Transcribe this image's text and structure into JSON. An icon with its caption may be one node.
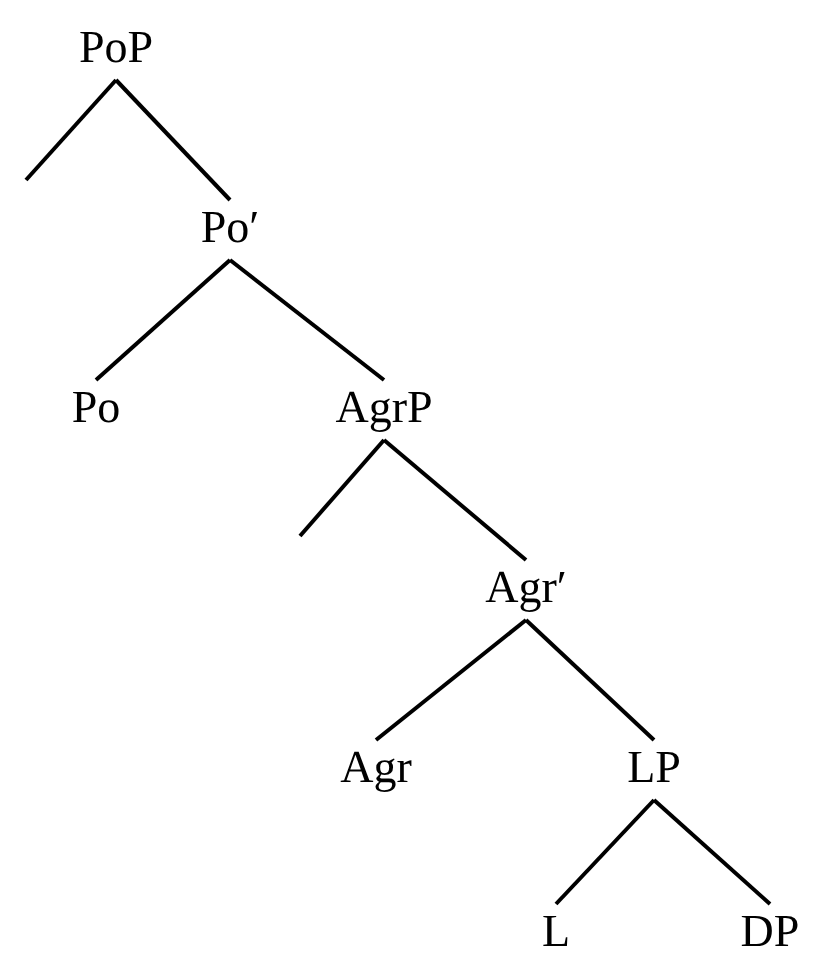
{
  "diagram": {
    "nodes": [
      {
        "text": [
          "PoP"
        ]
      },
      {
        "text": [
          "Po′"
        ]
      },
      {
        "text": [
          "Po"
        ]
      },
      {
        "text": [
          "AgrP"
        ]
      },
      {
        "text": [
          "Agr′"
        ]
      },
      {
        "text": [
          "Agr"
        ]
      },
      {
        "text": [
          "LP"
        ]
      },
      {
        "text": [
          "L"
        ]
      },
      {
        "text": [
          "DP"
        ]
      }
    ],
    "edges": [
      {
        "from": 0,
        "to": null,
        "arrow": "none"
      },
      {
        "from": 0,
        "to": 1,
        "arrow": "none"
      },
      {
        "from": 1,
        "to": 2,
        "arrow": "none"
      },
      {
        "from": 1,
        "to": 3,
        "arrow": "none"
      },
      {
        "from": 3,
        "to": null,
        "arrow": "none"
      },
      {
        "from": 3,
        "to": 4,
        "arrow": "none"
      },
      {
        "from": 4,
        "to": 5,
        "arrow": "none"
      },
      {
        "from": 4,
        "to": 6,
        "arrow": "none"
      },
      {
        "from": 6,
        "to": 7,
        "arrow": "none"
      },
      {
        "from": 6,
        "to": 8,
        "arrow": "none"
      }
    ]
  }
}
